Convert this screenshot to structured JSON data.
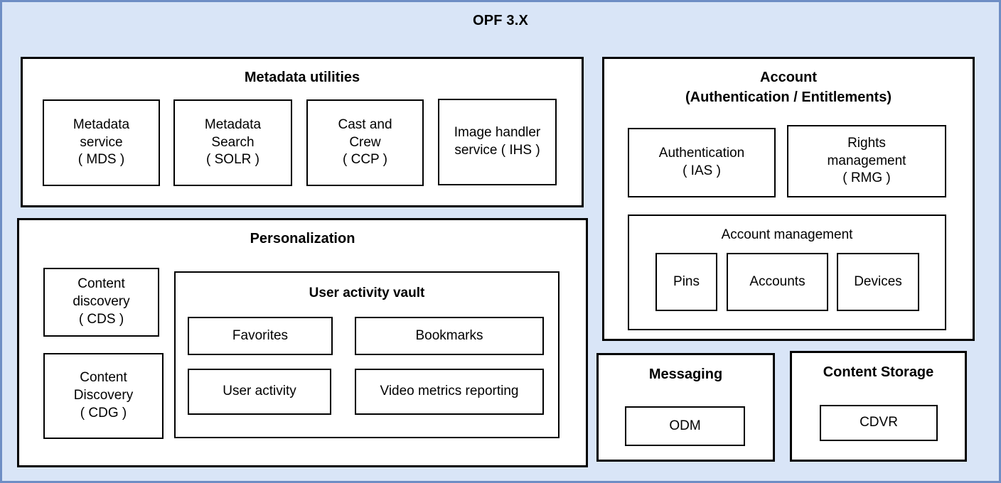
{
  "diagram": {
    "title": "OPF 3.X",
    "background_color": "#d9e5f7",
    "border_color": "#6e8ec5",
    "box_fill": "#ffffff",
    "box_border": "#000000"
  },
  "metadata_utilities": {
    "title": "Metadata utilities",
    "items": [
      {
        "label": "Metadata\nservice\n( MDS )",
        "line1": "Metadata",
        "line2": "service",
        "line3": "( MDS )"
      },
      {
        "label": "Metadata\nSearch\n( SOLR )",
        "line1": "Metadata",
        "line2": "Search",
        "line3": "( SOLR )"
      },
      {
        "label": "Cast and\nCrew\n( CCP )",
        "line1": "Cast and",
        "line2": "Crew",
        "line3": "( CCP )"
      },
      {
        "label": "Image handler\nservice ( IHS )",
        "line1": "Image handler",
        "line2": "service ( IHS )",
        "line3": ""
      }
    ]
  },
  "personalization": {
    "title": "Personalization",
    "discovery_items": [
      {
        "line1": "Content",
        "line2": "discovery",
        "line3": "( CDS )"
      },
      {
        "line1": "Content",
        "line2": "Discovery",
        "line3": "( CDG )"
      }
    ],
    "user_activity_vault": {
      "title": "User activity vault",
      "items": [
        {
          "label": "Favorites"
        },
        {
          "label": "Bookmarks"
        },
        {
          "label": "User activity"
        },
        {
          "label": "Video metrics reporting"
        }
      ]
    }
  },
  "account": {
    "title_line1": "Account",
    "title_line2": "(Authentication / Entitlements)",
    "items": [
      {
        "line1": "Authentication",
        "line2": "( IAS )",
        "line3": ""
      },
      {
        "line1": "Rights",
        "line2": "management",
        "line3": "( RMG )"
      }
    ],
    "account_management": {
      "title": "Account management",
      "items": [
        {
          "label": "Pins"
        },
        {
          "label": "Accounts"
        },
        {
          "label": "Devices"
        }
      ]
    }
  },
  "messaging": {
    "title": "Messaging",
    "items": [
      {
        "label": "ODM"
      }
    ]
  },
  "content_storage": {
    "title": "Content Storage",
    "items": [
      {
        "label": "CDVR"
      }
    ]
  }
}
